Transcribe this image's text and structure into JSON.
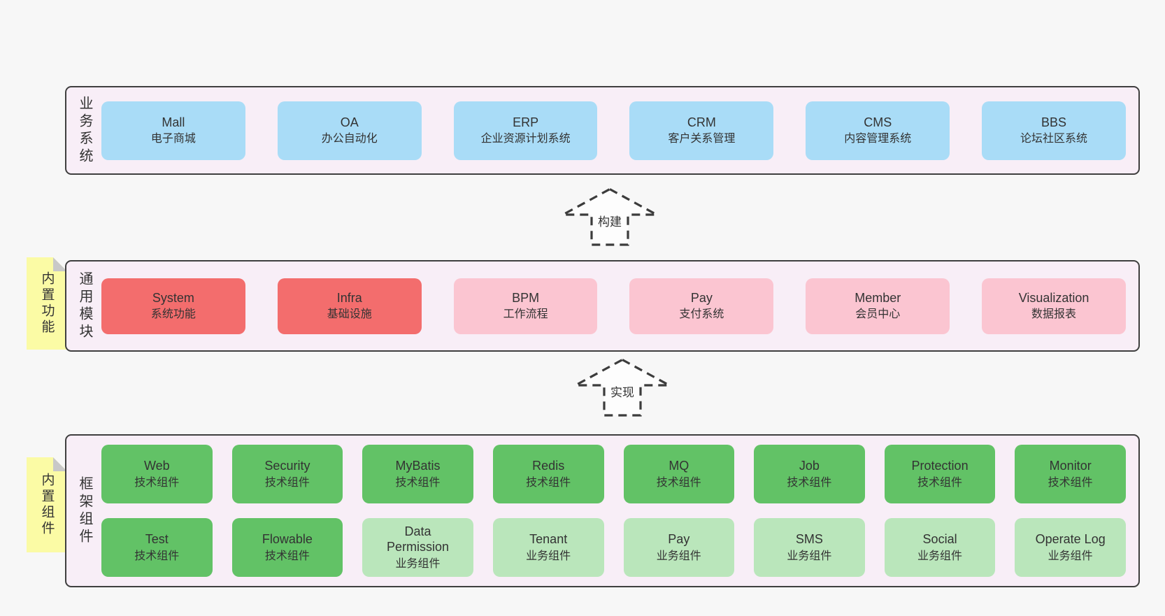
{
  "colors": {
    "background": "#f7f7f7",
    "panel_fill": "#f8eef7",
    "panel_border": "#3f3f3f",
    "box_blue": "#a9dcf7",
    "box_red": "#f36d6d",
    "box_pink": "#fbc5d1",
    "box_green_dark": "#62c266",
    "box_green_light": "#bae6bb",
    "note_yellow": "#fbfba5",
    "note_fold_gray": "#c8c8c8",
    "text": "#333333"
  },
  "arrows": [
    {
      "label": "构建"
    },
    {
      "label": "实现"
    }
  ],
  "panels": [
    {
      "label": "业务系统",
      "items": [
        {
          "name": "Mall",
          "desc": "电子商城",
          "variant": "blue"
        },
        {
          "name": "OA",
          "desc": "办公自动化",
          "variant": "blue"
        },
        {
          "name": "ERP",
          "desc": "企业资源计划系统",
          "variant": "blue"
        },
        {
          "name": "CRM",
          "desc": "客户关系管理",
          "variant": "blue"
        },
        {
          "name": "CMS",
          "desc": "内容管理系统",
          "variant": "blue"
        },
        {
          "name": "BBS",
          "desc": "论坛社区系统",
          "variant": "blue"
        }
      ]
    },
    {
      "note": "内置功能",
      "label": "通用模块",
      "items": [
        {
          "name": "System",
          "desc": "系统功能",
          "variant": "red"
        },
        {
          "name": "Infra",
          "desc": "基础设施",
          "variant": "red"
        },
        {
          "name": "BPM",
          "desc": "工作流程",
          "variant": "pink"
        },
        {
          "name": "Pay",
          "desc": "支付系统",
          "variant": "pink"
        },
        {
          "name": "Member",
          "desc": "会员中心",
          "variant": "pink"
        },
        {
          "name": "Visualization",
          "desc": "数据报表",
          "variant": "pink"
        }
      ]
    },
    {
      "note": "内置组件",
      "label": "框架组件",
      "rows": [
        [
          {
            "name": "Web",
            "desc": "技术组件",
            "variant": "green"
          },
          {
            "name": "Security",
            "desc": "技术组件",
            "variant": "green"
          },
          {
            "name": "MyBatis",
            "desc": "技术组件",
            "variant": "green"
          },
          {
            "name": "Redis",
            "desc": "技术组件",
            "variant": "green"
          },
          {
            "name": "MQ",
            "desc": "技术组件",
            "variant": "green"
          },
          {
            "name": "Job",
            "desc": "技术组件",
            "variant": "green"
          },
          {
            "name": "Protection",
            "desc": "技术组件",
            "variant": "green"
          },
          {
            "name": "Monitor",
            "desc": "技术组件",
            "variant": "green"
          }
        ],
        [
          {
            "name": "Test",
            "desc": "技术组件",
            "variant": "green"
          },
          {
            "name": "Flowable",
            "desc": "技术组件",
            "variant": "green"
          },
          {
            "name": "Data Permission",
            "desc": "业务组件",
            "variant": "green-light"
          },
          {
            "name": "Tenant",
            "desc": "业务组件",
            "variant": "green-light"
          },
          {
            "name": "Pay",
            "desc": "业务组件",
            "variant": "green-light"
          },
          {
            "name": "SMS",
            "desc": "业务组件",
            "variant": "green-light"
          },
          {
            "name": "Social",
            "desc": "业务组件",
            "variant": "green-light"
          },
          {
            "name": "Operate Log",
            "desc": "业务组件",
            "variant": "green-light"
          }
        ]
      ]
    }
  ]
}
